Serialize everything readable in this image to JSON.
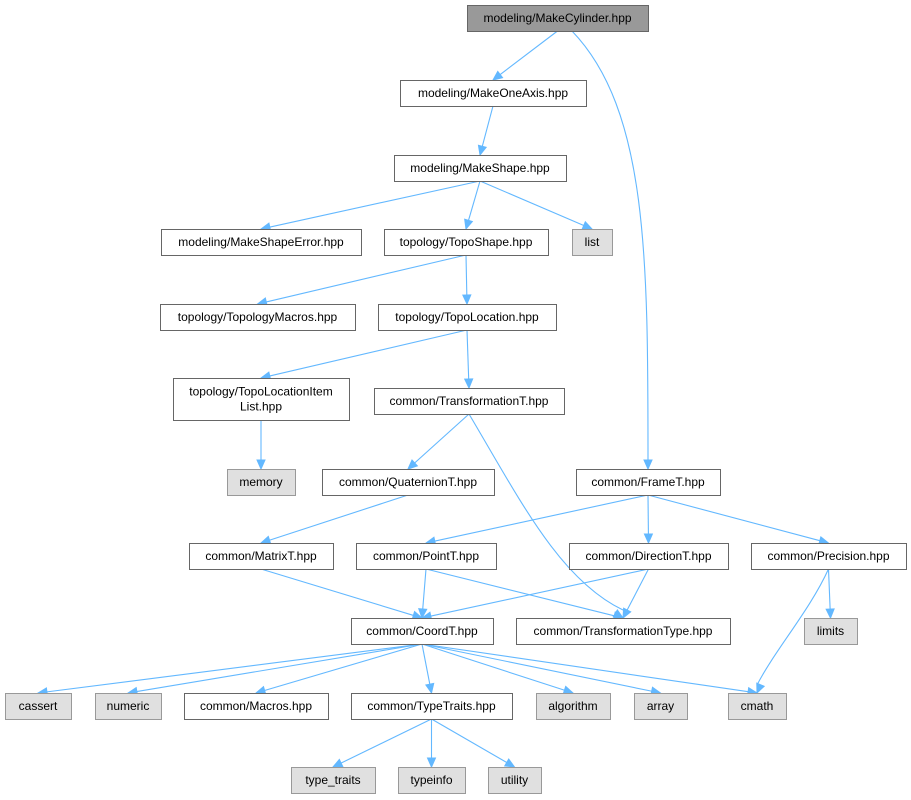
{
  "diagram": {
    "title": "",
    "colors": {
      "edge": "#63b8ff",
      "root_fill": "#999999",
      "local_fill": "#ffffff",
      "system_fill": "#e0e0e0",
      "border": "#666666"
    },
    "nodes": [
      {
        "id": "make_cylinder",
        "lines": [
          "modeling/MakeCylinder.hpp"
        ],
        "kind": "root"
      },
      {
        "id": "make_one_axis",
        "lines": [
          "modeling/MakeOneAxis.hpp"
        ],
        "kind": "local"
      },
      {
        "id": "make_shape",
        "lines": [
          "modeling/MakeShape.hpp"
        ],
        "kind": "local"
      },
      {
        "id": "make_shape_error",
        "lines": [
          "modeling/MakeShapeError.hpp"
        ],
        "kind": "local"
      },
      {
        "id": "topo_shape",
        "lines": [
          "topology/TopoShape.hpp"
        ],
        "kind": "local"
      },
      {
        "id": "list",
        "lines": [
          "list"
        ],
        "kind": "system"
      },
      {
        "id": "topology_macros",
        "lines": [
          "topology/TopologyMacros.hpp"
        ],
        "kind": "local"
      },
      {
        "id": "topo_location",
        "lines": [
          "topology/TopoLocation.hpp"
        ],
        "kind": "local"
      },
      {
        "id": "topo_location_item_list",
        "lines": [
          "topology/TopoLocationItem",
          "List.hpp"
        ],
        "kind": "local"
      },
      {
        "id": "transformation_t",
        "lines": [
          "common/TransformationT.hpp"
        ],
        "kind": "local"
      },
      {
        "id": "memory",
        "lines": [
          "memory"
        ],
        "kind": "system"
      },
      {
        "id": "quaternion_t",
        "lines": [
          "common/QuaternionT.hpp"
        ],
        "kind": "local"
      },
      {
        "id": "frame_t",
        "lines": [
          "common/FrameT.hpp"
        ],
        "kind": "local"
      },
      {
        "id": "matrix_t",
        "lines": [
          "common/MatrixT.hpp"
        ],
        "kind": "local"
      },
      {
        "id": "point_t",
        "lines": [
          "common/PointT.hpp"
        ],
        "kind": "local"
      },
      {
        "id": "direction_t",
        "lines": [
          "common/DirectionT.hpp"
        ],
        "kind": "local"
      },
      {
        "id": "precision",
        "lines": [
          "common/Precision.hpp"
        ],
        "kind": "local"
      },
      {
        "id": "coord_t",
        "lines": [
          "common/CoordT.hpp"
        ],
        "kind": "local"
      },
      {
        "id": "transformation_type",
        "lines": [
          "common/TransformationType.hpp"
        ],
        "kind": "local"
      },
      {
        "id": "limits",
        "lines": [
          "limits"
        ],
        "kind": "system"
      },
      {
        "id": "cassert",
        "lines": [
          "cassert"
        ],
        "kind": "system"
      },
      {
        "id": "numeric",
        "lines": [
          "numeric"
        ],
        "kind": "system"
      },
      {
        "id": "macros",
        "lines": [
          "common/Macros.hpp"
        ],
        "kind": "local"
      },
      {
        "id": "type_traits_hpp",
        "lines": [
          "common/TypeTraits.hpp"
        ],
        "kind": "local"
      },
      {
        "id": "algorithm",
        "lines": [
          "algorithm"
        ],
        "kind": "system"
      },
      {
        "id": "array",
        "lines": [
          "array"
        ],
        "kind": "system"
      },
      {
        "id": "cmath",
        "lines": [
          "cmath"
        ],
        "kind": "system"
      },
      {
        "id": "type_traits",
        "lines": [
          "type_traits"
        ],
        "kind": "system"
      },
      {
        "id": "typeinfo",
        "lines": [
          "typeinfo"
        ],
        "kind": "system"
      },
      {
        "id": "utility",
        "lines": [
          "utility"
        ],
        "kind": "system"
      }
    ],
    "edges": [
      {
        "from": "make_cylinder",
        "to": "make_one_axis"
      },
      {
        "from": "make_cylinder",
        "to": "frame_t"
      },
      {
        "from": "make_one_axis",
        "to": "make_shape"
      },
      {
        "from": "make_shape",
        "to": "make_shape_error"
      },
      {
        "from": "make_shape",
        "to": "topo_shape"
      },
      {
        "from": "make_shape",
        "to": "list"
      },
      {
        "from": "topo_shape",
        "to": "topology_macros"
      },
      {
        "from": "topo_shape",
        "to": "topo_location"
      },
      {
        "from": "topo_location",
        "to": "topo_location_item_list"
      },
      {
        "from": "topo_location",
        "to": "transformation_t"
      },
      {
        "from": "topo_location_item_list",
        "to": "memory"
      },
      {
        "from": "transformation_t",
        "to": "quaternion_t"
      },
      {
        "from": "transformation_t",
        "to": "transformation_type"
      },
      {
        "from": "quaternion_t",
        "to": "matrix_t"
      },
      {
        "from": "matrix_t",
        "to": "coord_t"
      },
      {
        "from": "frame_t",
        "to": "point_t"
      },
      {
        "from": "frame_t",
        "to": "direction_t"
      },
      {
        "from": "frame_t",
        "to": "precision"
      },
      {
        "from": "point_t",
        "to": "coord_t"
      },
      {
        "from": "point_t",
        "to": "transformation_type"
      },
      {
        "from": "direction_t",
        "to": "coord_t"
      },
      {
        "from": "direction_t",
        "to": "transformation_type"
      },
      {
        "from": "precision",
        "to": "limits"
      },
      {
        "from": "precision",
        "to": "cmath"
      },
      {
        "from": "coord_t",
        "to": "cassert"
      },
      {
        "from": "coord_t",
        "to": "numeric"
      },
      {
        "from": "coord_t",
        "to": "macros"
      },
      {
        "from": "coord_t",
        "to": "type_traits_hpp"
      },
      {
        "from": "coord_t",
        "to": "algorithm"
      },
      {
        "from": "coord_t",
        "to": "array"
      },
      {
        "from": "coord_t",
        "to": "cmath"
      },
      {
        "from": "type_traits_hpp",
        "to": "type_traits"
      },
      {
        "from": "type_traits_hpp",
        "to": "typeinfo"
      },
      {
        "from": "type_traits_hpp",
        "to": "utility"
      }
    ]
  }
}
